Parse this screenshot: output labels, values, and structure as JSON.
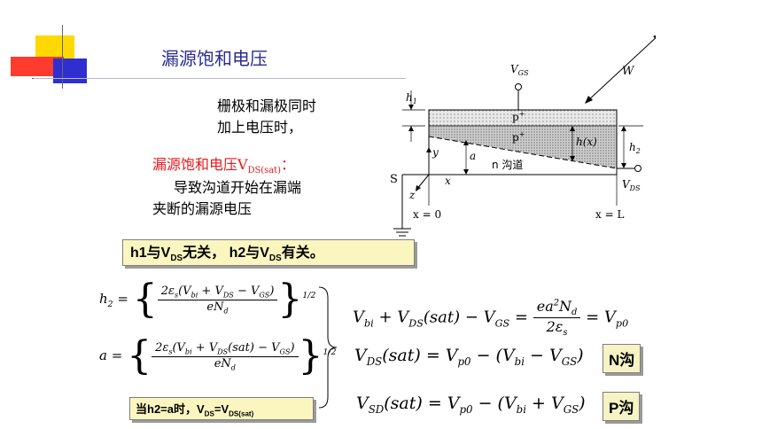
{
  "title": "漏源饱和电压",
  "intro": {
    "line1": "栅极和漏极同时",
    "line2": "加上电压时，",
    "def_lead": "漏源饱和电压V",
    "def_sub": "DS(sat)",
    "def_tail": "：",
    "desc1": "导致沟道开始在漏端",
    "desc2": "夹断的漏源电压"
  },
  "note_box": {
    "p1": "h1与V",
    "s1": "DS",
    "p2": "无关，  h2与V",
    "s2": "DS",
    "p3": "有关。"
  },
  "cond_box": {
    "p1": "当h2=a时，V",
    "s1": "DS",
    "p2": "=V",
    "s2": "DS(sat)"
  },
  "tags": {
    "n": "N沟",
    "p": "P沟"
  },
  "diagram": {
    "vgs": "V",
    "vgs_sub": "GS",
    "w": "W",
    "h1": "h",
    "h1_sub": "1",
    "h2": "h",
    "h2_sub": "2",
    "hx": "h(x)",
    "a": "a",
    "y": "y",
    "z": "z",
    "x": "x",
    "s": "S",
    "vds": "V",
    "vds_sub": "DS",
    "p_plus_top": "p",
    "p_plus_mid": "p",
    "plus": "+",
    "n_channel": "n 沟道",
    "x0": "x = 0",
    "xl": "x = L"
  },
  "equations": {
    "h2_lhs": "h",
    "h2_sub": "2",
    "h2_num": "2ε",
    "h2_num_rest": "(V",
    "a_lhs": "a",
    "exp": "1/2",
    "den": "eN",
    "den_sub": "d",
    "eq1_lhs": "V",
    "eq1_rhs": "= V",
    "eq2": "V",
    "eq3": "V"
  }
}
